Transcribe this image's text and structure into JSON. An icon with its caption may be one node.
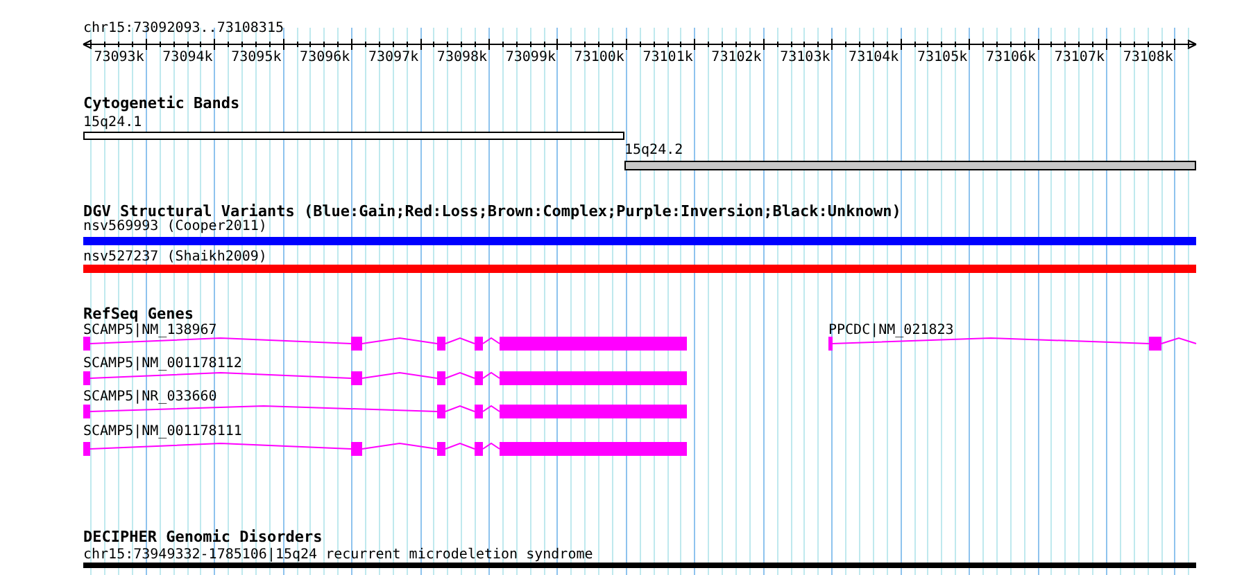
{
  "diagram": {
    "title": "chr15:73092093..73108315",
    "nodes": [
      {
        "text": [
          "15q24.1"
        ]
      },
      {
        "text": [
          "15q24.2"
        ]
      },
      {
        "text": [
          "nsv569993 (Cooper2011)"
        ]
      },
      {
        "text": [
          "nsv527237 (Shaikh2009)"
        ]
      },
      {
        "text": [
          "SCAMP5|NM_138967"
        ]
      },
      {
        "text": [
          "PPCDC|NM_021823"
        ]
      },
      {
        "text": [
          "SCAMP5|NM_001178112"
        ]
      },
      {
        "text": [
          "SCAMP5|NR_033660"
        ]
      },
      {
        "text": [
          "SCAMP5|NM_001178111"
        ]
      },
      {
        "text": [
          "chr15:73949332-1785106|15q24 recurrent microdeletion syndrome"
        ]
      }
    ],
    "labels": [
      "73093k",
      "73094k",
      "73095k",
      "73096k",
      "73097k",
      "73098k",
      "73099k",
      "73100k",
      "73101k",
      "73102k",
      "73103k",
      "73104k",
      "73105k",
      "73106k",
      "73107k",
      "73108k",
      "Cytogenetic Bands",
      "DGV Structural Variants (Blue:Gain;Red:Loss;Brown:Complex;Purple:Inversion;Black:Unknown)",
      "RefSeq Genes",
      "DECIPHER Genomic Disorders"
    ]
  }
}
